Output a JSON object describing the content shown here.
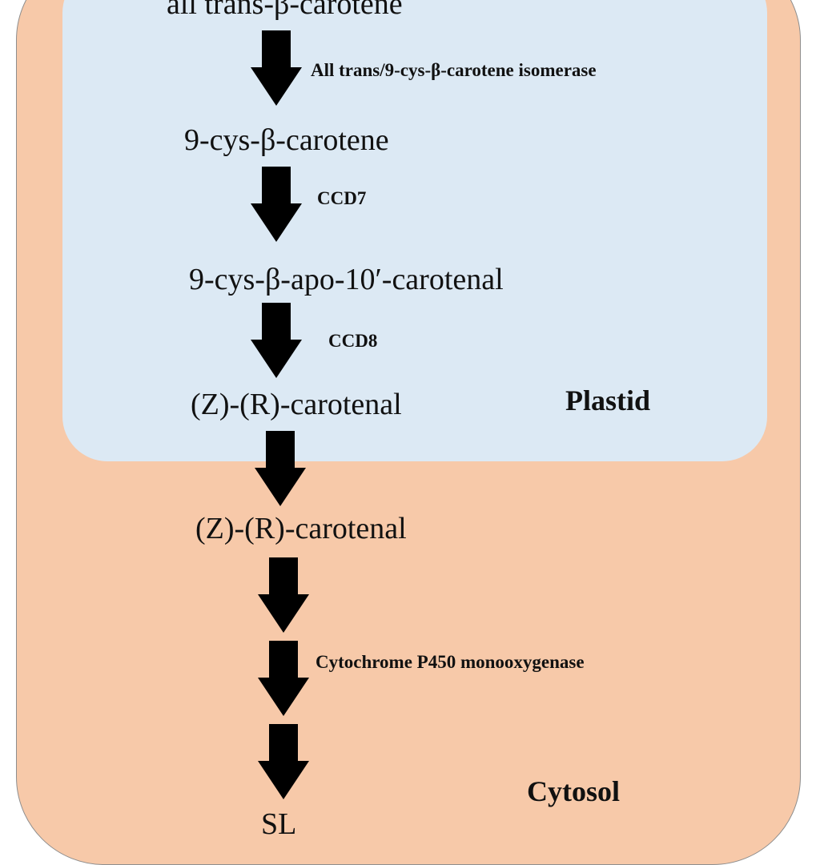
{
  "colors": {
    "cytosol_fill": "#f7c9a9",
    "plastid_fill": "#dce9f4",
    "arrow": "#000000"
  },
  "compounds": {
    "c1": "all trans-β-carotene",
    "c2": "9-cys-β-carotene",
    "c3": "9-cys-β-apo-10′-carotenal",
    "c4": "(Z)-(R)-carotenal",
    "c5": "(Z)-(R)-carotenal",
    "c6": "SL"
  },
  "enzymes": {
    "e1": "All trans/9-cys-β-carotene isomerase",
    "e2": "CCD7",
    "e3": "CCD8",
    "e4": "Cytochrome P450 monooxygenase"
  },
  "regions": {
    "plastid": "Plastid",
    "cytosol": "Cytosol"
  }
}
